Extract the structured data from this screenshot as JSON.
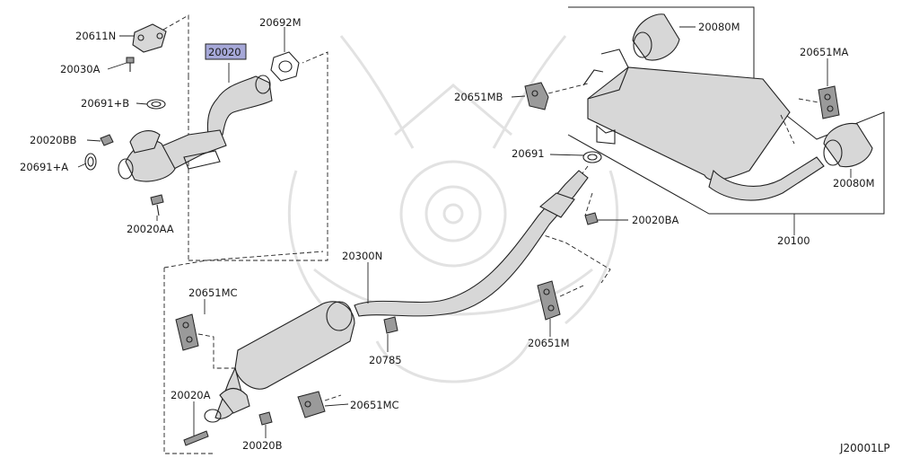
{
  "labels": {
    "p20611N": "20611N",
    "p20030A": "20030A",
    "p20020": "20020",
    "p20692M": "20692M",
    "p20691B": "20691+B",
    "p20020BB": "20020BB",
    "p20691A": "20691+A",
    "p20020AA": "20020AA",
    "p20080M_top": "20080M",
    "p20651MA": "20651MA",
    "p20651MB": "20651MB",
    "p20691": "20691",
    "p20080M_right": "20080M",
    "p20020BA": "20020BA",
    "p20100": "20100",
    "p20300N": "20300N",
    "p20651MC_left": "20651MC",
    "p20651M": "20651M",
    "p20785": "20785",
    "p20020A": "20020A",
    "p20651MC_bottom": "20651MC",
    "p20020B": "20020B"
  },
  "highlight": {
    "part": "20020",
    "fill": "#a6a8d8"
  },
  "diagram_code": "J20001LP"
}
